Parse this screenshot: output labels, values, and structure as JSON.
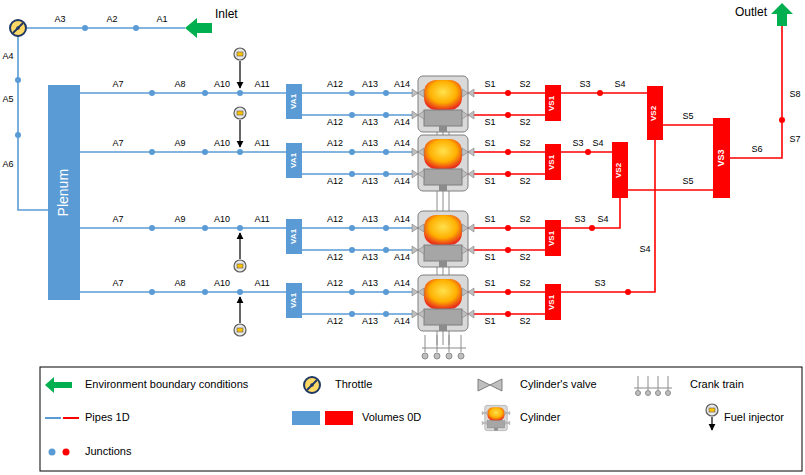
{
  "diagram": {
    "nodes": [
      {
        "text": [
          "Plenum"
        ]
      },
      {
        "text": [
          "VA1"
        ]
      },
      {
        "text": [
          "VA1"
        ]
      },
      {
        "text": [
          "VA1"
        ]
      },
      {
        "text": [
          "VA1"
        ]
      },
      {
        "text": [
          "VS1"
        ]
      },
      {
        "text": [
          "VS1"
        ]
      },
      {
        "text": [
          "VS1"
        ]
      },
      {
        "text": [
          "VS1"
        ]
      },
      {
        "text": [
          "VS2"
        ]
      },
      {
        "text": [
          "VS2"
        ]
      },
      {
        "text": [
          "VS3"
        ]
      }
    ],
    "edges": [
      {
        "from": 0,
        "to": 1,
        "arrow": "none"
      },
      {
        "from": 0,
        "to": 2,
        "arrow": "none"
      },
      {
        "from": 0,
        "to": 3,
        "arrow": "none"
      },
      {
        "from": 0,
        "to": 4,
        "arrow": "none"
      },
      {
        "from": 5,
        "to": 9,
        "arrow": "none"
      },
      {
        "from": 8,
        "to": 9,
        "arrow": "none"
      },
      {
        "from": 6,
        "to": 10,
        "arrow": "none"
      },
      {
        "from": 7,
        "to": 10,
        "arrow": "none"
      },
      {
        "from": 9,
        "to": 11,
        "arrow": "none"
      },
      {
        "from": 10,
        "to": 11,
        "arrow": "none"
      }
    ],
    "labels": [
      "Inlet",
      "A3",
      "A2",
      "A1",
      "A4",
      "A5",
      "A6",
      "A7",
      "A8",
      "A10",
      "A11",
      "A12",
      "A13",
      "A14",
      "A12",
      "A13",
      "A14",
      "S1",
      "S2",
      "S1",
      "S2",
      "S3",
      "S4",
      "A7",
      "A9",
      "A10",
      "A11",
      "A12",
      "A13",
      "A14",
      "A12",
      "A13",
      "A14",
      "S1",
      "S2",
      "S1",
      "S2",
      "S3",
      "S4",
      "A7",
      "A9",
      "A10",
      "A11",
      "A12",
      "A13",
      "A14",
      "A12",
      "A13",
      "A14",
      "S1",
      "S2",
      "S1",
      "S2",
      "S3",
      "S4",
      "A7",
      "A8",
      "A10",
      "A11",
      "A12",
      "A13",
      "A14",
      "A12",
      "A13",
      "A14",
      "S1",
      "S2",
      "S1",
      "S2",
      "S3",
      "S4",
      "S5",
      "S5",
      "S6",
      "S7",
      "S8",
      "Outlet"
    ],
    "legend": [
      {
        "text": "Environment boundary conditions"
      },
      {
        "text": "Throttle"
      },
      {
        "text": "Cylinder's valve"
      },
      {
        "text": "Crank train"
      },
      {
        "text": "Pipes 1D"
      },
      {
        "text": "Volumes 0D"
      },
      {
        "text": "Cylinder"
      },
      {
        "text": "Fuel injector"
      },
      {
        "text": "Junctions"
      }
    ]
  }
}
